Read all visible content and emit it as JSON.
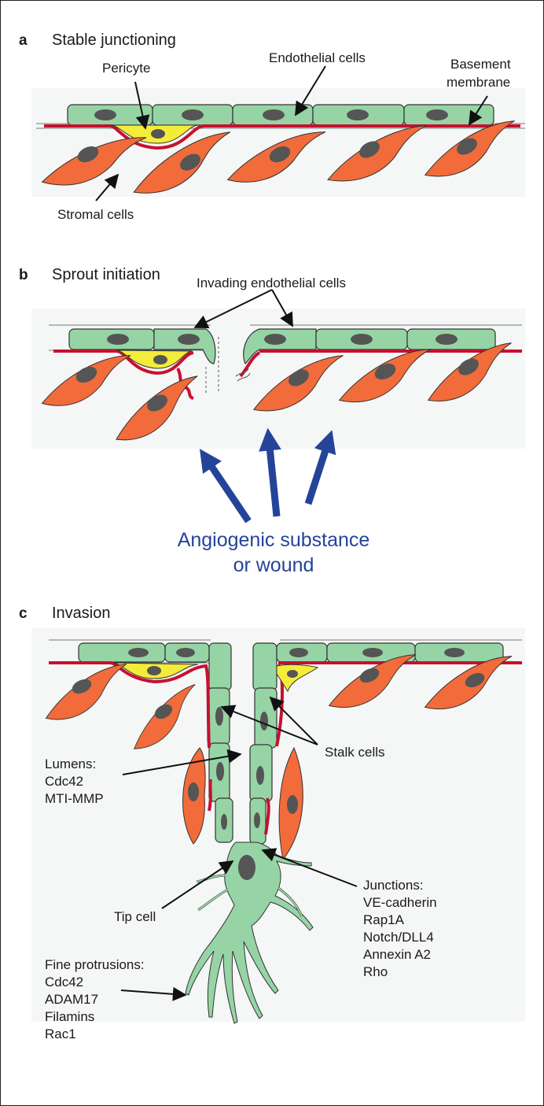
{
  "colors": {
    "endothelial": "#96d4a5",
    "stromal": "#f26b3a",
    "pericyte": "#f4ec3a",
    "basement_membrane": "#c8102e",
    "nucleus": "#555555",
    "arrow_blue": "#24449a",
    "background_tint": "#f5f6f6"
  },
  "panels": {
    "a": {
      "letter": "a",
      "title": "Stable junctioning",
      "labels": {
        "pericyte": "Pericyte",
        "endothelial": "Endothelial cells",
        "basement_1": "Basement",
        "basement_2": "membrane",
        "stromal": "Stromal cells"
      }
    },
    "b": {
      "letter": "b",
      "title": "Sprout initiation",
      "labels": {
        "invading": "Invading endothelial cells",
        "angio_1": "Angiogenic substance",
        "angio_2": "or wound"
      }
    },
    "c": {
      "letter": "c",
      "title": "Invasion",
      "labels": {
        "stalk": "Stalk cells",
        "tip": "Tip cell"
      },
      "lumens": [
        "Lumens:",
        "Cdc42",
        "MTI-MMP"
      ],
      "junctions": [
        "Junctions:",
        "VE-cadherin",
        "Rap1A",
        "Notch/DLL4",
        "Annexin A2",
        "Rho"
      ],
      "protrusions": [
        "Fine protrusions:",
        "Cdc42",
        "ADAM17",
        "Filamins",
        "Rac1"
      ]
    }
  }
}
